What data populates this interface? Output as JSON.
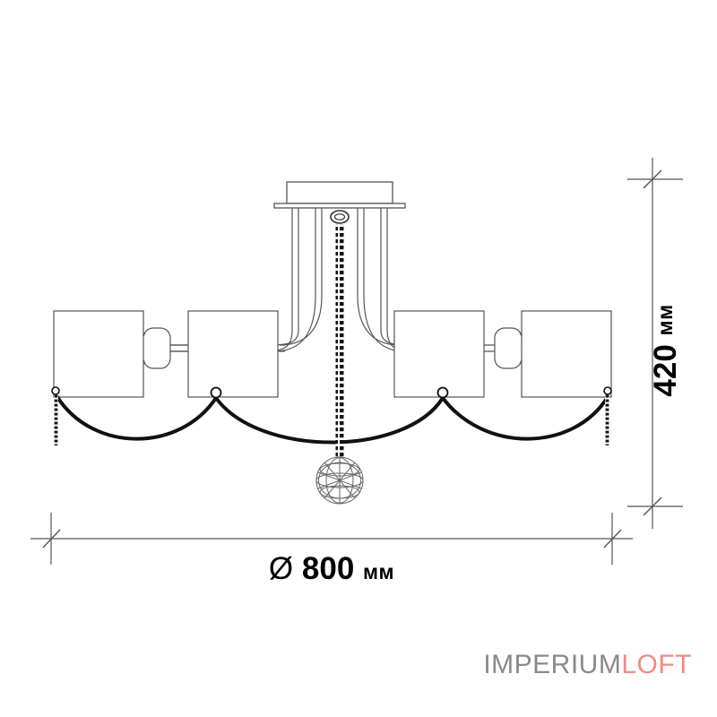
{
  "page": {
    "background_color": "#ffffff",
    "title": "Chandelier dimensional drawing"
  },
  "dimensions": {
    "width": {
      "symbol": "Ø",
      "value": "800",
      "unit": "мм",
      "full_label": "Ø 800 мм",
      "orientation": "horizontal"
    },
    "height": {
      "value": "420",
      "unit": "мм",
      "full_label": "420 мм",
      "orientation": "vertical"
    },
    "line_color": "#555555"
  },
  "product": {
    "type": "ceiling-chandelier",
    "shade_count": 4,
    "shade_shape": "square",
    "arm_count": 4,
    "has_center_chain": true,
    "has_crystal_ball": true,
    "chain_garland_count": 3,
    "outline_color": "#555555",
    "chain_color": "#111111"
  },
  "branding": {
    "primary_text": "IMPERIUM",
    "accent_text": "LOFT",
    "primary_color": "#8a8a8a",
    "accent_color": "#ef8b85"
  }
}
